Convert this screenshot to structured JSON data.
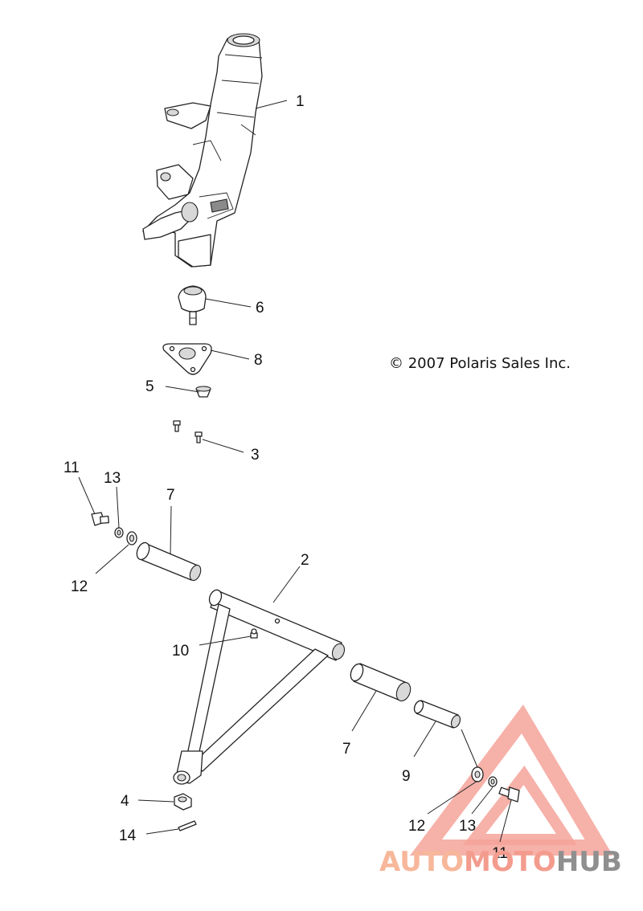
{
  "copyright": "© 2007 Polaris Sales Inc.",
  "callouts": {
    "spindle": "1",
    "a_arm": "2",
    "screw_3": "3",
    "nut": "4",
    "ring": "5",
    "ball_joint": "6",
    "bushing_upper": "7",
    "bushing_lower": "7",
    "plate": "8",
    "sleeve": "9",
    "grease_fitting": "10",
    "bolt_left": "11",
    "bolt_right": "11",
    "washer_left": "12",
    "washer_right": "12",
    "lockwasher_left": "13",
    "lockwasher_right": "13",
    "cotter_pin": "14"
  },
  "watermark": {
    "part1": "AUTO",
    "part2": "MOTO",
    "part3": "HUB",
    "colors": {
      "auto": "#f7b79a",
      "moto": "#f39c8e",
      "hub": "#8f8f8f",
      "triangle": "#f4a39a"
    }
  }
}
